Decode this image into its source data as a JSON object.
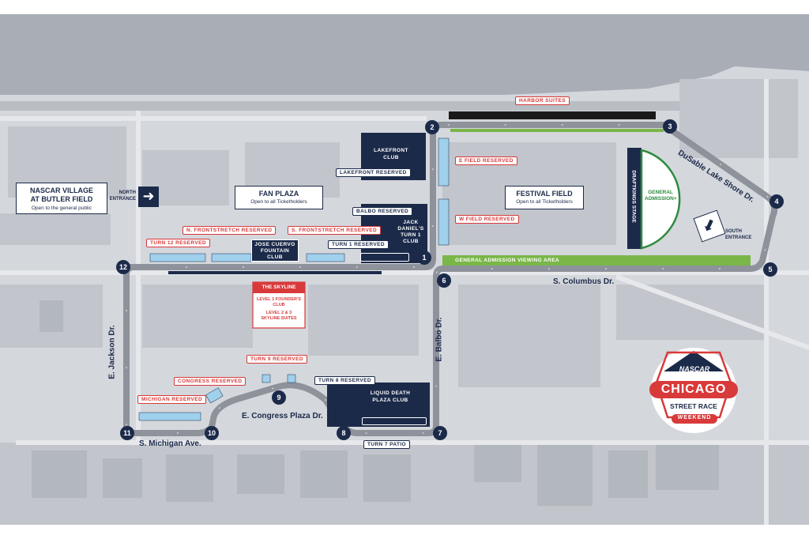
{
  "venues": {
    "nascar_village": {
      "title": "NASCAR VILLAGE AT BUTLER FIELD",
      "subtitle": "Open to the general public"
    },
    "fan_plaza": {
      "title": "FAN PLAZA",
      "subtitle": "Open to all Ticketholders"
    },
    "festival_field": {
      "title": "FESTIVAL FIELD",
      "subtitle": "Open to all Ticketholders"
    },
    "lakefront_club": "LAKEFRONT CLUB",
    "jack_daniels": "JACK DANIEL'S TURN 1 CLUB",
    "jose_cuervo": "JOSE CUERVO FOUNTAIN CLUB",
    "liquid_death": "LIQUID DEATH PLAZA CLUB",
    "draftkings_stage": "DRAFTKINGS STAGE",
    "general_admission": "GENERAL ADMISSION+",
    "skyline": {
      "title": "THE SKYLINE",
      "level1": "LEVEL 1 FOUNDER'S CLUB",
      "level23": "LEVEL 2 & 3 SKYLINE SUITES"
    }
  },
  "entrances": {
    "north": "NORTH ENTRANCE",
    "south": "SOUTH ENTRANCE"
  },
  "seating": {
    "harbor_suites": "HARBOR SUITES",
    "lakefront_reserved": "LAKEFRONT RESERVED",
    "e_field_reserved": "E FIELD RESERVED",
    "w_field_reserved": "W FIELD RESERVED",
    "balbo_reserved": "BALBO RESERVED",
    "n_frontstretch": "N. FRONTSTRETCH RESERVED",
    "s_frontstretch": "S. FRONTSTRETCH RESERVED",
    "turn12_reserved": "TURN 12 RESERVED",
    "turn1_reserved": "TURN 1 RESERVED",
    "turn9_reserved": "TURN 9 RESERVED",
    "congress_reserved": "CONGRESS RESERVED",
    "michigan_reserved": "MICHIGAN RESERVED",
    "turn8_reserved": "TURN 8 RESERVED",
    "turn7_patio": "TURN 7 PATIO",
    "ga_viewing": "GENERAL ADMISSION VIEWING AREA"
  },
  "streets": {
    "dusable": "DuSable Lake Shore Dr.",
    "columbus": "S. Columbus Dr.",
    "balbo": "E. Balbo Dr.",
    "jackson": "E. Jackson Dr.",
    "congress": "E. Congress Plaza Dr.",
    "michigan": "S. Michigan Ave."
  },
  "turns": [
    "1",
    "2",
    "3",
    "4",
    "5",
    "6",
    "7",
    "8",
    "9",
    "10",
    "11",
    "12"
  ],
  "logo": {
    "brand": "NASCAR",
    "city": "CHICAGO",
    "line1": "STREET RACE",
    "line2": "WEEKEND"
  },
  "colors": {
    "navy": "#1c2a4a",
    "red": "#d83a3a",
    "green": "#7ab648",
    "track": "#8e929a",
    "grand": "#9fd0ec"
  }
}
